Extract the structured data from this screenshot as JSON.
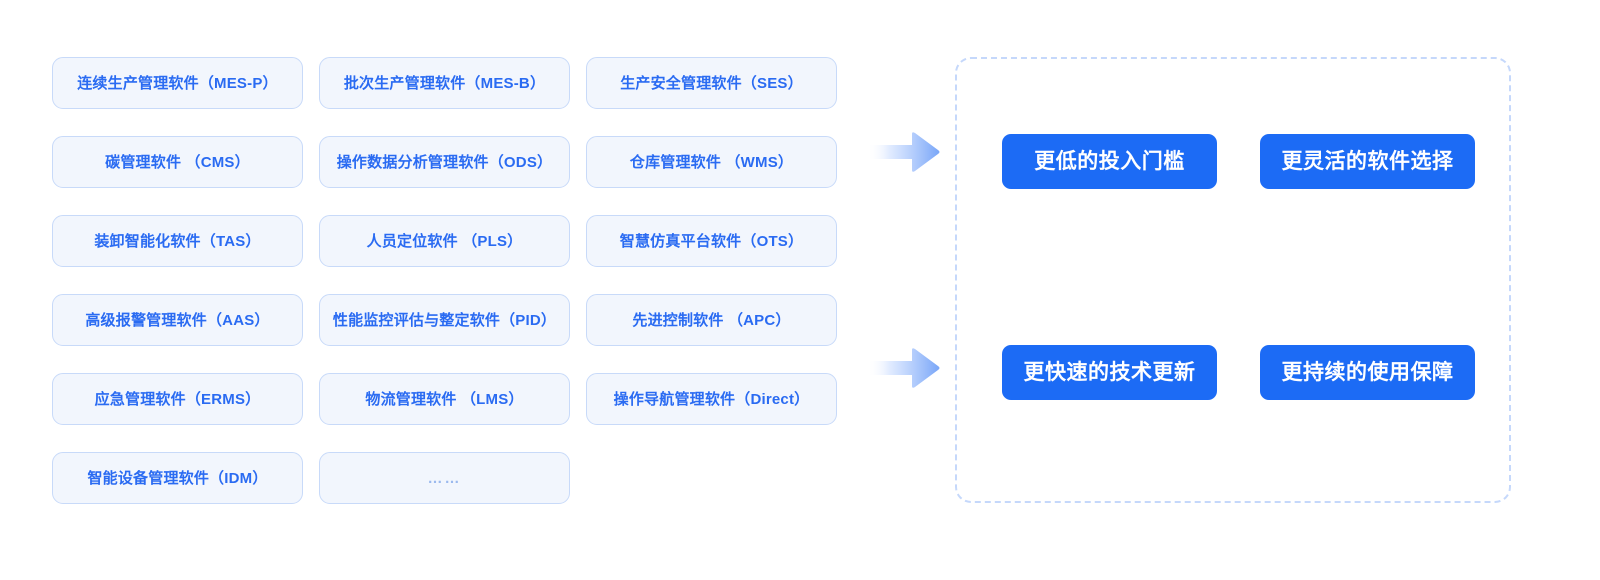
{
  "software_grid": {
    "columns": 3,
    "rows": 6,
    "colors": {
      "card_fill": "#f2f6fd",
      "card_border": "#c8daf9",
      "card_text": "#2a6bf2"
    },
    "cards": [
      {
        "label": "连续生产管理软件（MES-P）",
        "col": 0,
        "row": 0
      },
      {
        "label": "碳管理软件 （CMS）",
        "col": 0,
        "row": 1
      },
      {
        "label": "装卸智能化软件（TAS）",
        "col": 0,
        "row": 2
      },
      {
        "label": "高级报警管理软件（AAS）",
        "col": 0,
        "row": 3
      },
      {
        "label": "应急管理软件（ERMS）",
        "col": 0,
        "row": 4
      },
      {
        "label": "智能设备管理软件（IDM）",
        "col": 0,
        "row": 5
      },
      {
        "label": "批次生产管理软件（MES-B）",
        "col": 1,
        "row": 0
      },
      {
        "label": "操作数据分析管理软件（ODS）",
        "col": 1,
        "row": 1
      },
      {
        "label": "人员定位软件 （PLS）",
        "col": 1,
        "row": 2
      },
      {
        "label": "性能监控评估与整定软件（PID）",
        "col": 1,
        "row": 3
      },
      {
        "label": "物流管理软件 （LMS）",
        "col": 1,
        "row": 4
      },
      {
        "label": "……",
        "col": 1,
        "row": 5,
        "ellipsis": true
      },
      {
        "label": "生产安全管理软件（SES）",
        "col": 2,
        "row": 0
      },
      {
        "label": "仓库管理软件 （WMS）",
        "col": 2,
        "row": 1
      },
      {
        "label": "智慧仿真平台软件（OTS）",
        "col": 2,
        "row": 2
      },
      {
        "label": "先进控制软件 （APC）",
        "col": 2,
        "row": 3
      },
      {
        "label": "操作导航管理软件（Direct）",
        "col": 2,
        "row": 4
      }
    ]
  },
  "arrows": [
    {
      "name": "arrow-right-top",
      "icon": "arrow-right-icon",
      "gradient_from": "#ffffff",
      "gradient_to": "#traditional"
    },
    {
      "name": "arrow-right-bottom",
      "icon": "arrow-right-icon"
    }
  ],
  "benefits_panel": {
    "border_color": "#c5d8fb",
    "card_color": "#1c6bf5",
    "card_text_color": "#ffffff",
    "cards": [
      {
        "label": "更低的投入门槛"
      },
      {
        "label": "更灵活的软件选择"
      },
      {
        "label": "更快速的技术更新"
      },
      {
        "label": "更持续的使用保障"
      }
    ]
  }
}
